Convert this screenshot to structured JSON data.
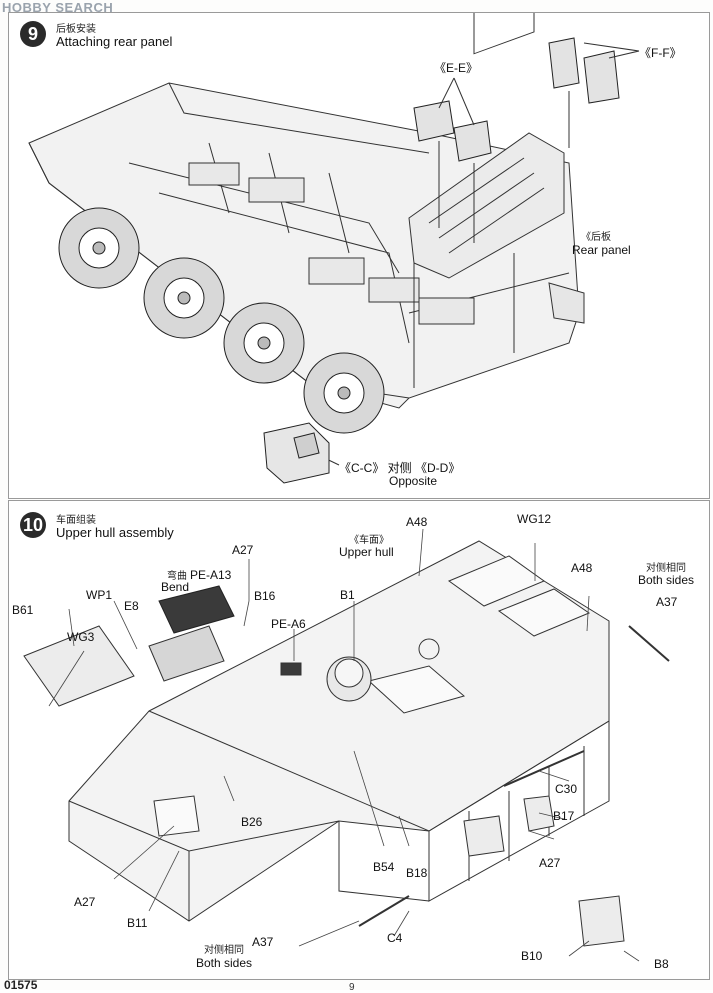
{
  "watermark": "HOBBY SEARCH",
  "step9": {
    "number": "9",
    "title_cn": "后板安装",
    "title_en": "Attaching rear panel",
    "labels": {
      "ee": "《E-E》",
      "ff": "《F-F》",
      "rear_panel_cn": "《后板",
      "rear_panel_en": "Rear panel",
      "cc_dd": "《C-C》 对侧 《D-D》",
      "opposite": "Opposite"
    }
  },
  "step10": {
    "number": "10",
    "title_cn": "车面组装",
    "title_en": "Upper hull assembly",
    "bend_cn": "弯曲",
    "bend_en": "Bend",
    "upper_hull_cn": "《车面》",
    "upper_hull_en": "Upper hull",
    "both_sides_cn": "对侧相同",
    "both_sides_en": "Both sides",
    "both_sides_cn_bottom": "对侧相同",
    "both_sides_en_bottom": "Both sides",
    "parts": {
      "a48_top": "A48",
      "wg12": "WG12",
      "a48_right": "A48",
      "a37_right": "A37",
      "a27_top": "A27",
      "pe_a13": "PE-A13",
      "b16": "B16",
      "wp1": "WP1",
      "e8": "E8",
      "b61": "B61",
      "wg3": "WG3",
      "pe_a6": "PE-A6",
      "b1": "B1",
      "c30": "C30",
      "b17": "B17",
      "a27_right": "A27",
      "b26": "B26",
      "b54": "B54",
      "b18": "B18",
      "a27_left": "A27",
      "b11": "B11",
      "a37_bottom": "A37",
      "c4": "C4",
      "b10": "B10",
      "b8": "B8"
    }
  },
  "footer": {
    "code": "01575",
    "page_number": "9"
  }
}
